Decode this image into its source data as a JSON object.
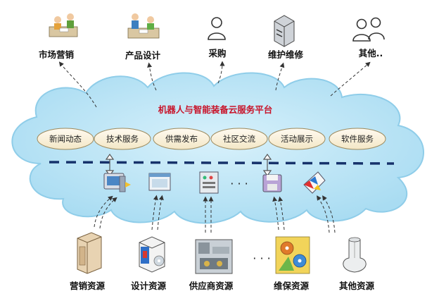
{
  "platform": {
    "title": "机器人与智能装备云服务平台"
  },
  "top_nodes": [
    {
      "label": "市场营销",
      "icon": "market-people-icon"
    },
    {
      "label": "产品设计",
      "icon": "design-people-icon"
    },
    {
      "label": "采购",
      "icon": "user-icon"
    },
    {
      "label": "维护维修",
      "icon": "server-icon"
    },
    {
      "label": "其他..",
      "icon": "users-icon"
    }
  ],
  "services": [
    {
      "label": "新闻动态"
    },
    {
      "label": "技术服务"
    },
    {
      "label": "供需发布"
    },
    {
      "label": "社区交流"
    },
    {
      "label": "活动展示"
    },
    {
      "label": "软件服务"
    }
  ],
  "bottom_nodes": [
    {
      "label": "营销资源",
      "icon": "cabinet-icon"
    },
    {
      "label": "设计资源",
      "icon": "software-box-icon"
    },
    {
      "label": "供应商资源",
      "icon": "factory-icon"
    },
    {
      "label": "维保资源",
      "icon": "cd-parts-icon"
    },
    {
      "label": "其他资源",
      "icon": "pipe-part-icon"
    }
  ],
  "ellipsis": "· · ·",
  "colors": {
    "cloud_fill": "#bfe6f6",
    "cloud_edge": "#8fcde9",
    "pill_fill": "#fbf3dc",
    "title": "#c8142a",
    "dash_line": "#16326b"
  }
}
